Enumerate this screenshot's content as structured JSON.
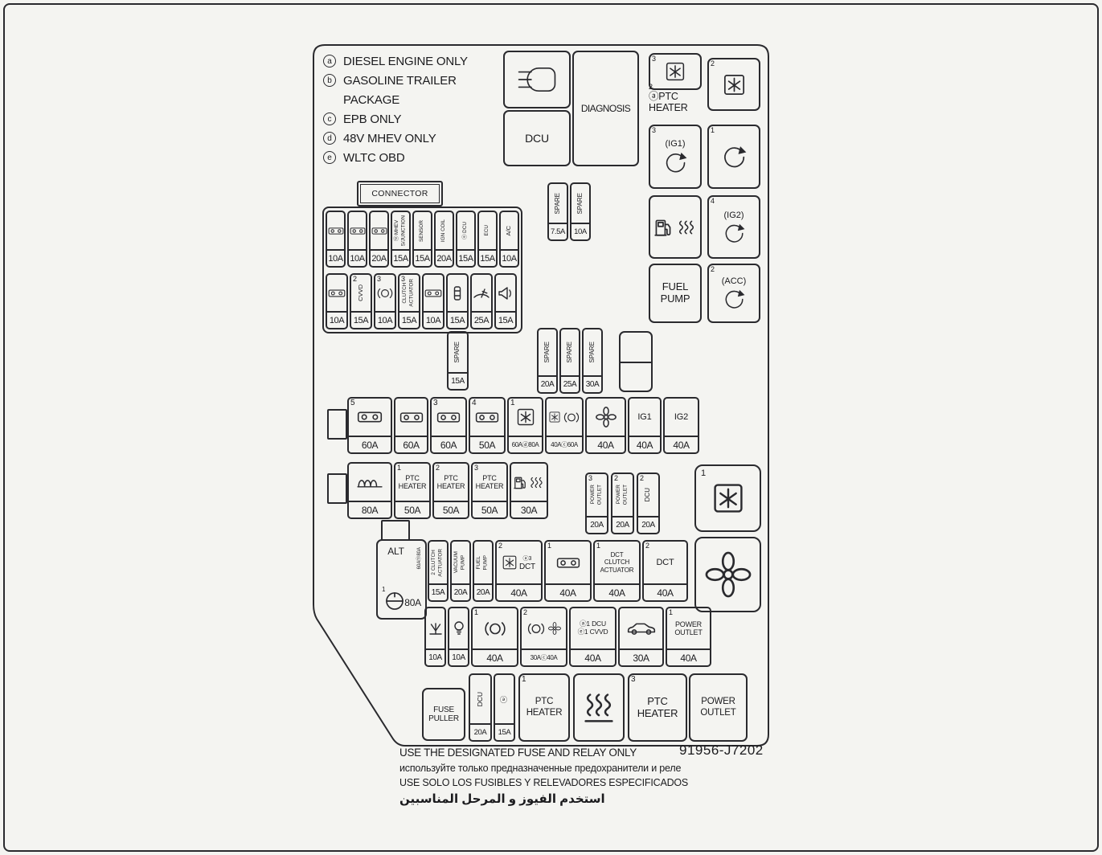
{
  "part_number": "91956-J7202",
  "footer": {
    "en": "USE THE DESIGNATED FUSE AND RELAY ONLY",
    "ru": "используйте только предназначенные предохранители и реле",
    "es": "USE SOLO LOS FUSIBLES Y RELEVADORES ESPECIFICADOS",
    "ar": "استخدم الفيوز و المرحل المناسبين"
  },
  "legend": [
    {
      "sym": "a",
      "text": "DIESEL ENGINE ONLY"
    },
    {
      "sym": "b",
      "text": "GASOLINE TRAILER"
    },
    {
      "sym": "",
      "text": "PACKAGE"
    },
    {
      "sym": "c",
      "text": "EPB ONLY"
    },
    {
      "sym": "d",
      "text": "48V MHEV ONLY"
    },
    {
      "sym": "e",
      "text": "WLTC OBD"
    }
  ],
  "top_box": {
    "dcu": "DCU",
    "diagnosis": "DIAGNOSIS"
  },
  "relays": {
    "ptc_num": "3",
    "ptc2_num": "2",
    "ptc_label": "ⓐPTC\nHEATER",
    "ig1_num": "3",
    "ig1_label": "(IG1)",
    "r1_num": "1",
    "ig2_num": "4",
    "ig2_label": "(IG2)",
    "fuel_pump_label": "FUEL\nPUMP",
    "acc_num": "2",
    "acc_label": "(ACC)"
  },
  "connector_label": "CONNECTOR",
  "row1": [
    {
      "num": "",
      "amp": "10A"
    },
    {
      "num": "",
      "amp": "10A"
    },
    {
      "num": "",
      "amp": "20A"
    },
    {
      "label": "ⓓ MHEV\nS/JUNCTION",
      "amp": "15A"
    },
    {
      "label": "SENSOR",
      "amp": "15A"
    },
    {
      "label": "IGN COIL",
      "amp": "20A"
    },
    {
      "label": "ⓐ DCU",
      "amp": "15A"
    },
    {
      "label": "ECU",
      "amp": "15A"
    },
    {
      "label": "A/C",
      "amp": "10A"
    }
  ],
  "row2": [
    {
      "num": "",
      "amp": "10A"
    },
    {
      "num": "2",
      "label": "CVVD",
      "amp": "15A"
    },
    {
      "num": "3",
      "amp": "10A"
    },
    {
      "num": "3",
      "label": "CLUTCH\nACTUATOR",
      "amp": "15A"
    },
    {
      "num": "",
      "amp": "10A"
    },
    {
      "amp": "15A"
    },
    {
      "amp": "25A"
    },
    {
      "amp": "15A"
    }
  ],
  "spare_top": [
    {
      "label": "SPARE",
      "amp": "7.5A"
    },
    {
      "label": "SPARE",
      "amp": "10A"
    }
  ],
  "spare_mid": {
    "label": "SPARE",
    "amp": "15A"
  },
  "spare_bot": [
    {
      "label": "SPARE",
      "amp": "20A"
    },
    {
      "label": "SPARE",
      "amp": "25A"
    },
    {
      "label": "SPARE",
      "amp": "30A"
    }
  ],
  "big_row": [
    {
      "num": "5",
      "amp": "60A"
    },
    {
      "num": "",
      "amp": "60A"
    },
    {
      "num": "3",
      "amp": "60A"
    },
    {
      "num": "4",
      "amp": "50A"
    },
    {
      "num": "1",
      "amp": "60Aⓓ80A"
    },
    {
      "num": "",
      "amp": "40Aⓒ60A"
    },
    {
      "num": "",
      "amp": "40A"
    },
    {
      "label": "IG1",
      "amp": "40A"
    },
    {
      "label": "IG2",
      "amp": "40A"
    }
  ],
  "ptc_row": [
    {
      "amp": "80A"
    },
    {
      "num": "1",
      "label": "PTC\nHEATER",
      "amp": "50A"
    },
    {
      "num": "2",
      "label": "PTC\nHEATER",
      "amp": "50A"
    },
    {
      "num": "3",
      "label": "PTC\nHEATER",
      "amp": "50A"
    },
    {
      "amp": "30A"
    }
  ],
  "outlet_trio": [
    {
      "num": "3",
      "label": "POWER\nOUTLET",
      "amp": "20A"
    },
    {
      "num": "2",
      "label": "POWER\nOUTLET",
      "amp": "20A"
    },
    {
      "num": "2",
      "label": "DCU",
      "amp": "20A"
    }
  ],
  "relay_block": {
    "num": "1"
  },
  "alt": {
    "label": "ALT",
    "side": "60Aⓓ80A",
    "num": "1",
    "amp": "80A"
  },
  "row3": [
    {
      "label": "2 CLUTCH\nACTUATOR",
      "amp": "15A"
    },
    {
      "label": "VACUUM\nPUMP",
      "amp": "20A"
    },
    {
      "label": "FUEL\nPUMP",
      "amp": "20A"
    },
    {
      "num": "2",
      "sub": "ⓐ3",
      "label": "DCT",
      "amp": "40A"
    },
    {
      "num": "1",
      "amp": "40A"
    },
    {
      "num": "1",
      "label": "DCT\nCLUTCH\nACTUATOR",
      "amp": "40A"
    },
    {
      "num": "2",
      "label": "DCT",
      "amp": "40A"
    }
  ],
  "row4": [
    {
      "amp": "10A"
    },
    {
      "amp": "10A"
    },
    {
      "num": "1",
      "amp": "40A"
    },
    {
      "num": "2",
      "amp": "30Aⓒ40A"
    },
    {
      "label": "ⓐ1 DCU\nⓔ1 CVVD",
      "amp": "40A"
    },
    {
      "amp": "30A"
    },
    {
      "num": "1",
      "label": "POWER\nOUTLET",
      "amp": "40A"
    }
  ],
  "bottom_row": {
    "fuse_puller": "FUSE\nPULLER",
    "dcu": {
      "label": "DCU",
      "amp": "20A"
    },
    "aux": {
      "label": "ⓔ",
      "amp": "15A"
    },
    "ptc1": {
      "num": "1",
      "label": "PTC\nHEATER"
    },
    "ptc3": {
      "num": "3",
      "label": "PTC\nHEATER"
    },
    "outlet": "POWER\nOUTLET"
  }
}
